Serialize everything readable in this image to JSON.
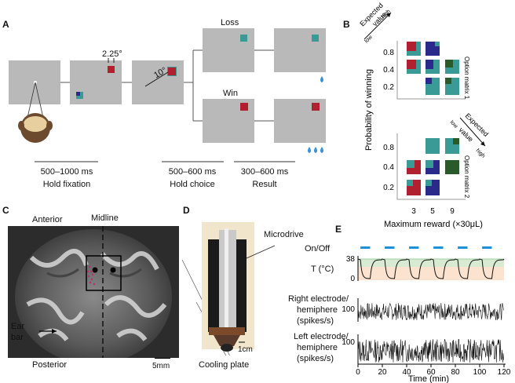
{
  "panels": {
    "a": {
      "letter": "A",
      "angle_small": "2.25°",
      "angle_large": "10°",
      "loss_label": "Loss",
      "win_label": "Win",
      "phases": [
        {
          "duration": "500–1000 ms",
          "label": "Hold fixation"
        },
        {
          "duration": "500–600 ms",
          "label": "Hold choice"
        },
        {
          "duration": "300–600 ms",
          "label": "Result"
        }
      ]
    },
    "b": {
      "letter": "B",
      "ylabel": "Probability of winning",
      "xlabel": "Maximum reward (×30μL)",
      "x_ticks": [
        "3",
        "5",
        "9"
      ],
      "y_ticks": [
        "0.8",
        "0.4",
        "0.2"
      ],
      "ev_label_1": "Expected",
      "ev_label_2": "value",
      "ev_low": "low",
      "ev_high": "high",
      "matrix_1_label": "Option matrix 1",
      "matrix_2_label": "Option matrix 2"
    },
    "c": {
      "letter": "C",
      "anterior": "Anterior",
      "posterior": "Posterior",
      "midline": "Midline",
      "ear_bar_1": "Ear",
      "ear_bar_2": "bar",
      "scale": "5mm"
    },
    "d": {
      "letter": "D",
      "microdrive": "Microdrive",
      "cooling_plate": "Cooling plate",
      "scale": "1cm"
    },
    "e": {
      "letter": "E",
      "onoff_label": "On/Off",
      "temp_label": "T (°C)",
      "temp_ticks": [
        "38",
        "0"
      ],
      "right_label_1": "Right electrode/",
      "right_label_2": "hemiphere",
      "right_label_3": "(spikes/s)",
      "right_tick": "100",
      "left_label_1": "Left electrode/",
      "left_label_2": "hemiphere",
      "left_label_3": "(spikes/s)",
      "left_tick": "100",
      "xlabel": "Time (min)",
      "x_ticks": [
        "0",
        "20",
        "40",
        "60",
        "80",
        "100",
        "120"
      ]
    }
  },
  "colors": {
    "red": "#b0202e",
    "teal": "#3a9a96",
    "navy": "#2a2a8a",
    "green": "#2a5a2a",
    "blue_bar": "#1e90d8",
    "screen_gray": "#b9b9b9"
  }
}
